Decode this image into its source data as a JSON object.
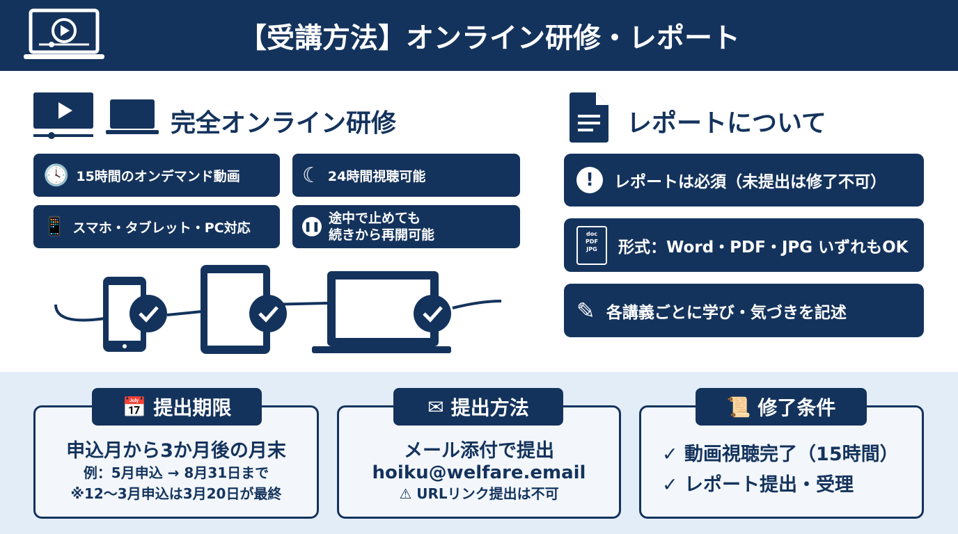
{
  "header": {
    "title": "【受講方法】オンライン研修・レポート",
    "icon": "video-laptop-icon"
  },
  "online": {
    "title": "完全オンライン研修",
    "items": [
      {
        "icon": "clock-icon",
        "label": "15時間のオンデマンド動画"
      },
      {
        "icon": "moon-sun-icon",
        "label": "24時間視聴可能"
      },
      {
        "icon": "devices-icon",
        "label": "スマホ・タブレット・PC対応"
      },
      {
        "icon": "pause-icon",
        "line1": "途中で止めても",
        "line2": "続きから再開可能"
      }
    ]
  },
  "report": {
    "title": "レポートについて",
    "items": [
      {
        "icon": "exclamation-icon",
        "label": "レポートは必須（未提出は修了不可）"
      },
      {
        "icon": "file-folder-icon",
        "label": "形式：Word・PDF・JPG いずれもOK",
        "file_types": [
          "doc",
          "PDF",
          "JPG"
        ]
      },
      {
        "icon": "edit-icon",
        "label": "各講義ごとに学び・気づきを記述"
      }
    ]
  },
  "deadline": {
    "title": "提出期限",
    "main": "申込月から3か月後の月末",
    "line2": "例：5月申込 → 8月31日まで",
    "line3": "※12～3月申込は3月20日が最終"
  },
  "method": {
    "title": "提出方法",
    "main": "メール添付で提出",
    "email": "hoiku@welfare.email",
    "warning": "URLリンク提出は不可"
  },
  "completion": {
    "title": "修了条件",
    "items": [
      "動画視聴完了（15時間）",
      "レポート提出・受理"
    ]
  },
  "colors": {
    "navy": "#14335c",
    "bottom_bg": "#e3edf8"
  }
}
